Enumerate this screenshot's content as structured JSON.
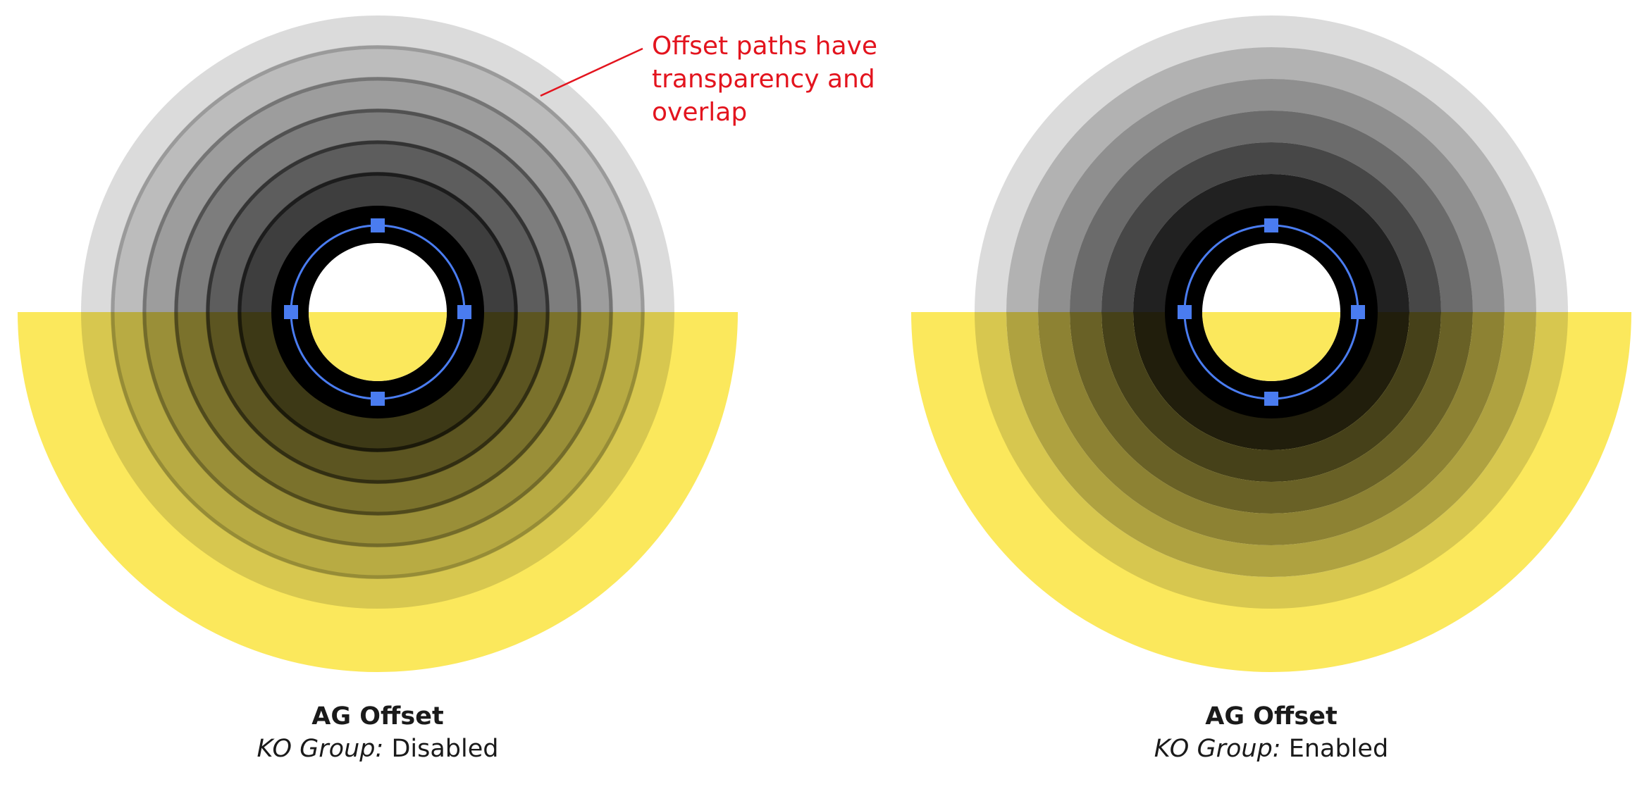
{
  "colors": {
    "background": "#ffffff",
    "yellow": "#fbe85c",
    "ring_black": "#000000",
    "handle_blue": "#4a7cf0",
    "annotation_red": "#e3141e",
    "label_text": "#1a1a1a"
  },
  "annotation": {
    "lines": [
      "Offset paths have",
      "transparency and",
      "overlap"
    ],
    "icon": "leader-line"
  },
  "figures": [
    {
      "id": "left",
      "title": "AG Offset",
      "ko_label": "KO Group:",
      "ko_value": "Disabled",
      "knockout": false
    },
    {
      "id": "right",
      "title": "AG Offset",
      "ko_label": "KO Group:",
      "ko_value": "Enabled",
      "knockout": true
    }
  ],
  "rings": {
    "radii": [
      421,
      376,
      331,
      286,
      241,
      196,
      151
    ],
    "opacities": [
      0.14,
      0.14,
      0.16,
      0.2,
      0.25,
      0.33,
      1.0
    ],
    "ko_fills": [
      "#dcdcdc",
      "#b4b4b4",
      "#8f8f8f",
      "#6b6b6b",
      "#474747",
      "#222222",
      "#000000"
    ]
  },
  "handles": [
    "top",
    "right",
    "bottom",
    "left"
  ]
}
